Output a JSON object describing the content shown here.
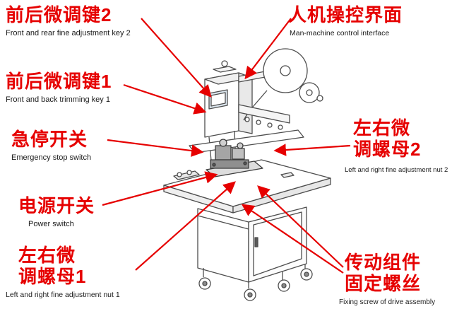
{
  "colors": {
    "accent_red": "#e60000",
    "english_text": "#1a1a1a",
    "line_art": "#4d4d4d"
  },
  "labels": {
    "key2": {
      "zh": "前后微调键2",
      "en": "Front and rear fine adjustment key 2"
    },
    "hmi": {
      "zh": "人机操控界面",
      "en": "Man-machine control interface"
    },
    "key1": {
      "zh": "前后微调键1",
      "en": "Front and back trimming key 1"
    },
    "estop": {
      "zh": "急停开关",
      "en": "Emergency stop switch"
    },
    "power": {
      "zh": "电源开关",
      "en": "Power switch"
    },
    "nut1": {
      "zh1": "左右微",
      "zh2": "调螺母1",
      "en": "Left and right fine adjustment nut 1"
    },
    "nut2": {
      "zh1": "左右微",
      "zh2": "调螺母2",
      "en": "Left and right fine adjustment nut 2"
    },
    "screw": {
      "zh1": "传动组件",
      "zh2": "固定螺丝",
      "en": "Fixing screw of drive assembly"
    }
  }
}
